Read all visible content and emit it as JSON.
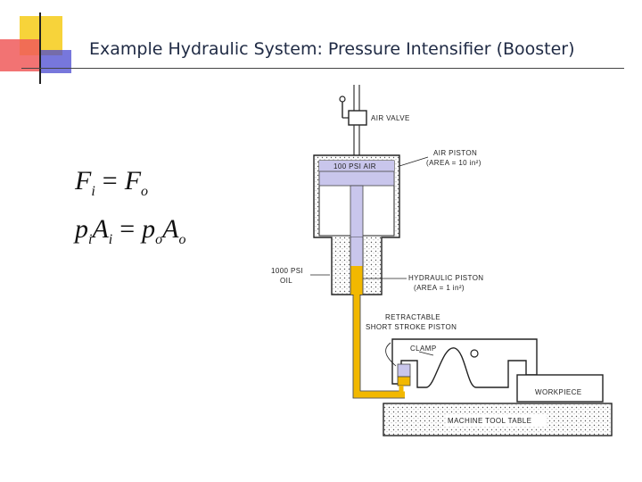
{
  "title": "Example Hydraulic System: Pressure Intensifier (Booster)",
  "equations": {
    "eq1": {
      "lhs": "F",
      "lhs_sub": "i",
      "op": "=",
      "rhs": "F",
      "rhs_sub": "o"
    },
    "eq2": {
      "t1": "p",
      "t1_sub": "i",
      "t2": "A",
      "t2_sub": "i",
      "op": "=",
      "t3": "p",
      "t3_sub": "o",
      "t4": "A",
      "t4_sub": "o"
    }
  },
  "labels": {
    "air_valve": "AIR VALVE",
    "psi_air": "100 PSI AIR",
    "air_piston_1": "AIR PISTON",
    "air_piston_2": "(AREA = 10 in²)",
    "oil_1": "1000 PSI",
    "oil_2": "OIL",
    "hydraulic_piston_1": "HYDRAULIC PISTON",
    "hydraulic_piston_2": "(AREA = 1 in²)",
    "retractable_1": "RETRACTABLE",
    "retractable_2": "SHORT STROKE PISTON",
    "clamp": "CLAMP",
    "workpiece": "WORKPIECE",
    "table": "MACHINE TOOL TABLE"
  },
  "colors": {
    "air": "#c9c6ec",
    "oil": "#f2b800",
    "accent_yellow": "#f7d33a",
    "accent_red": "#f05a5a",
    "accent_blue": "#3a3acb"
  }
}
